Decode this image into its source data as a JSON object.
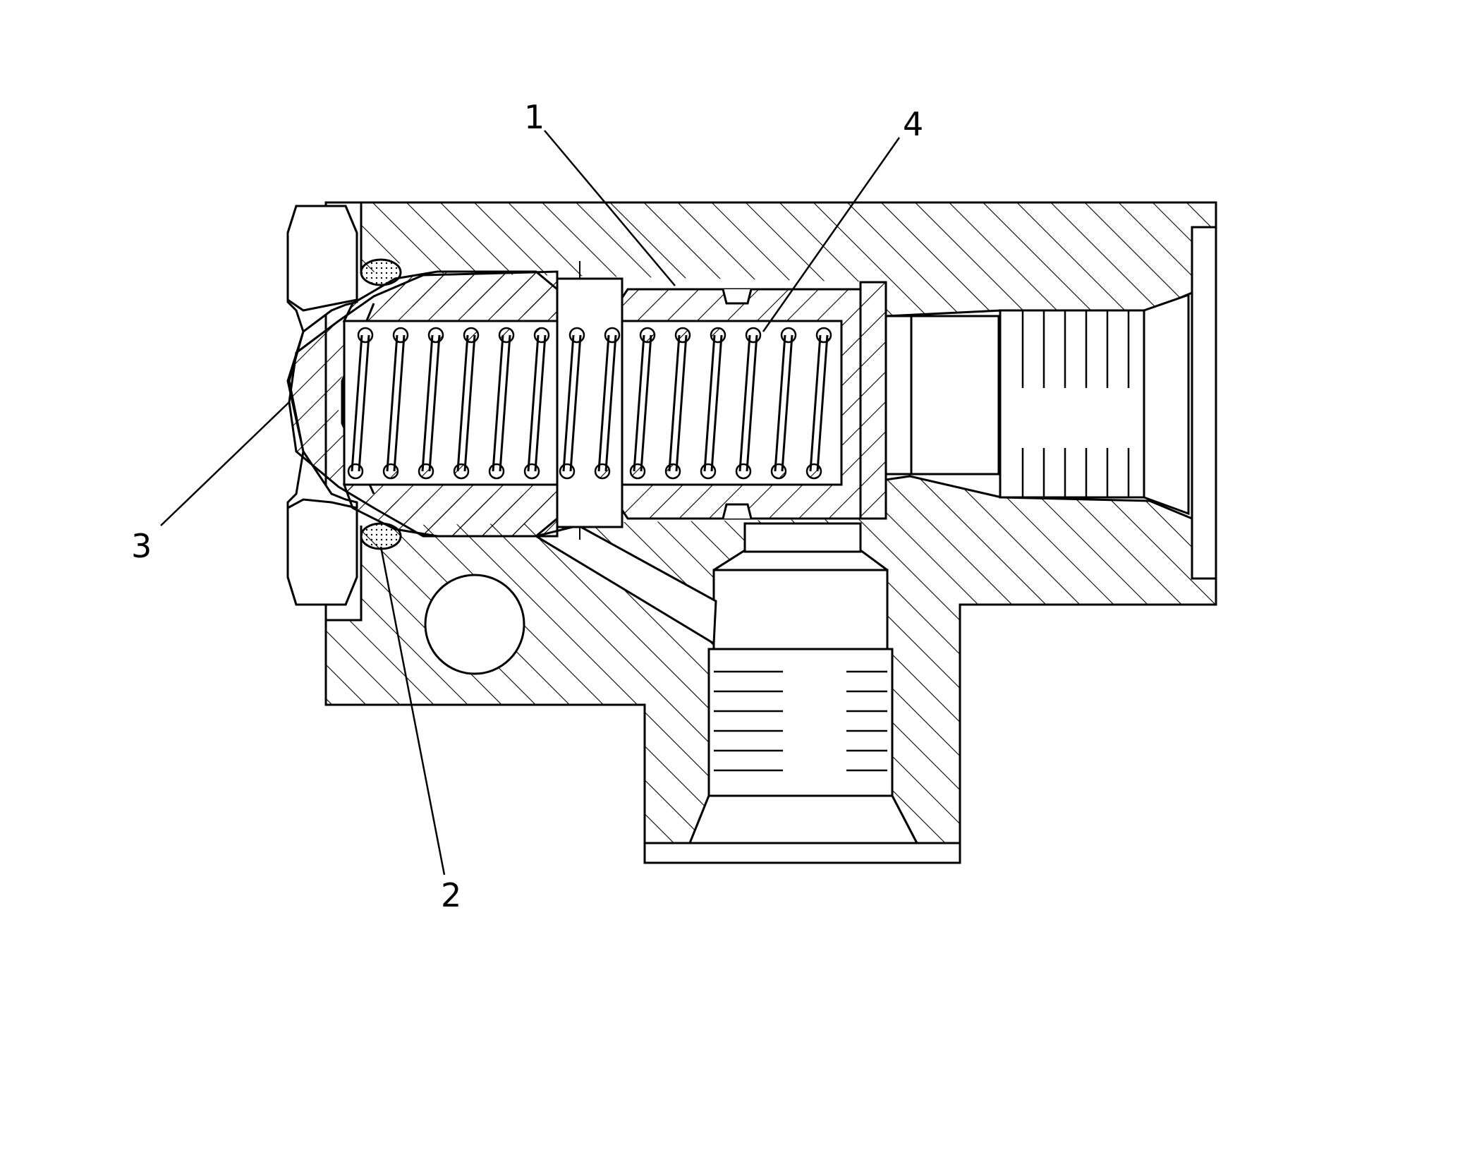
{
  "callouts": [
    {
      "id": "1",
      "label": "1"
    },
    {
      "id": "2",
      "label": "2"
    },
    {
      "id": "3",
      "label": "3"
    },
    {
      "id": "4",
      "label": "4"
    }
  ],
  "colors": {
    "stroke": "#000000",
    "background": "#ffffff",
    "seal_fill": "#ffffff"
  }
}
